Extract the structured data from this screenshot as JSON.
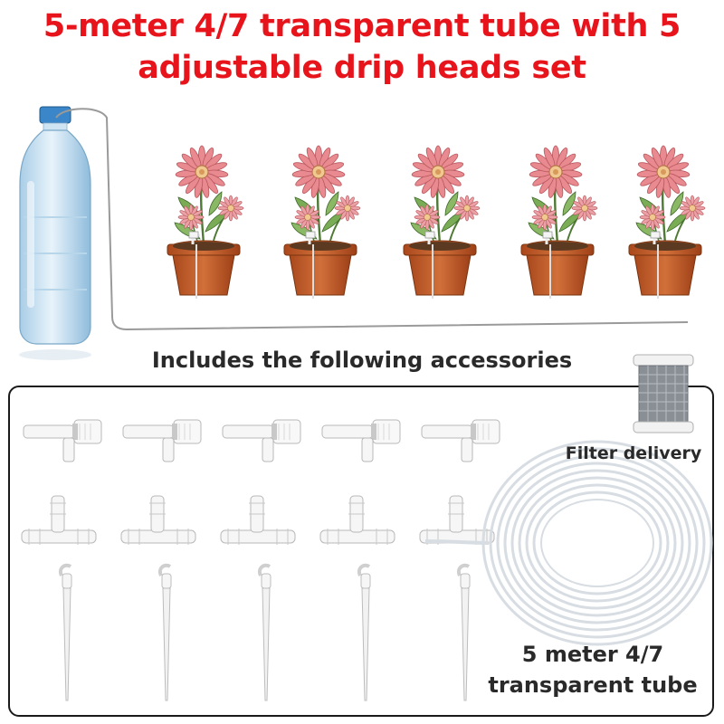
{
  "title": {
    "line1": "5-meter 4/7 transparent tube with 5",
    "line2": "adjustable drip heads set"
  },
  "subtitle": "Includes the following accessories",
  "labels": {
    "filter": "Filter delivery",
    "tube_line1": "5 meter 4/7",
    "tube_line2": "transparent tube"
  },
  "colors": {
    "title": "#e8141c",
    "petal": "#e88a8f",
    "pot": "#c8612e",
    "bottle_cap": "#3a86c8",
    "leaf": "#6a9a4a"
  },
  "counts": {
    "flower_pots": 5,
    "drip_valves": 5,
    "tee_connectors": 5,
    "drip_stakes": 5
  }
}
